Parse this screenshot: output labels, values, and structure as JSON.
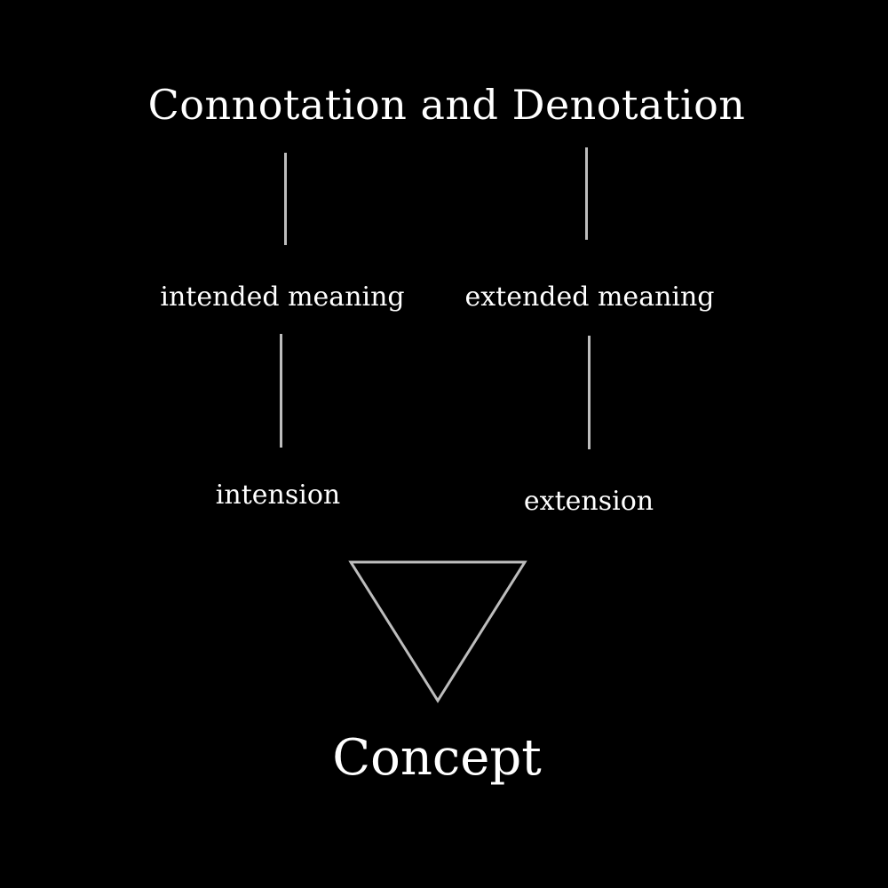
{
  "diagram": {
    "title": "Connotation and Denotation",
    "labels": {
      "intended_meaning": "intended meaning",
      "extended_meaning": "extended meaning",
      "intension": "intension",
      "extension": "extension",
      "concept": "Concept"
    },
    "colors": {
      "background": "#000000",
      "text": "#ffffff",
      "lines": "#bdbdbd"
    }
  }
}
